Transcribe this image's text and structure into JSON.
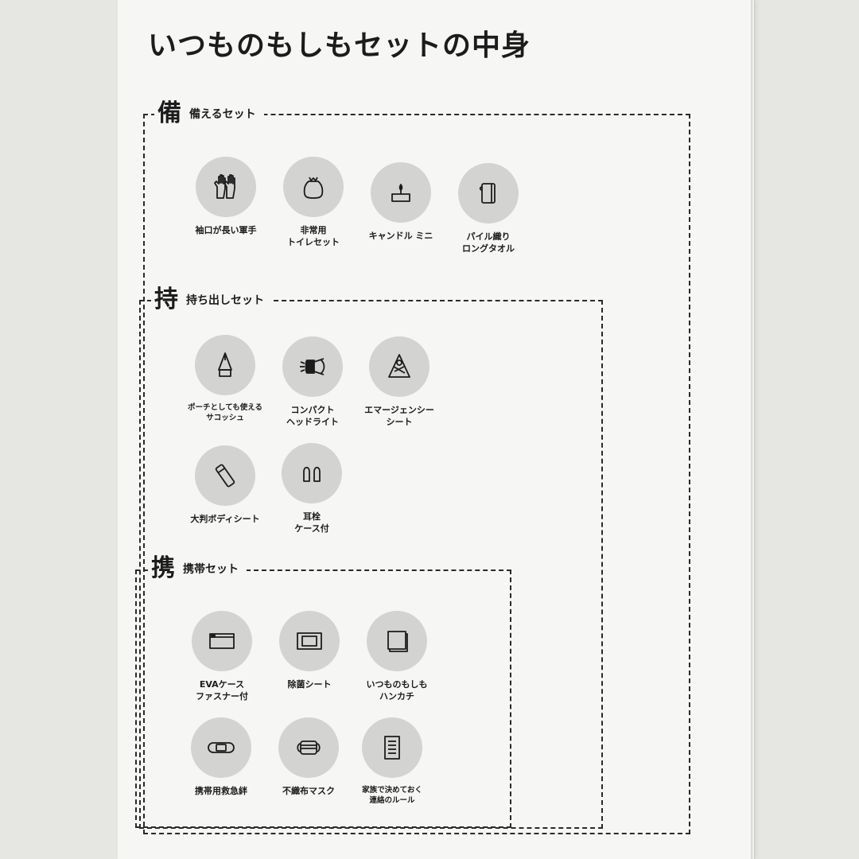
{
  "title": "いつものもしもセットの中身",
  "sections": [
    {
      "kanji": "備",
      "label": "備えるセット",
      "items": [
        {
          "label": "袖口が長い軍手",
          "icon": "gloves-icon"
        },
        {
          "label": "非常用\nトイレセット",
          "icon": "toilet-bag-icon"
        },
        {
          "label": "キャンドル ミニ",
          "icon": "candle-icon"
        },
        {
          "label": "パイル織り\nロングタオル",
          "icon": "towel-icon"
        }
      ]
    },
    {
      "kanji": "持",
      "label": "持ち出しセット",
      "items": [
        {
          "label": "ポーチとしても使える\nサコッシュ",
          "icon": "sacoche-icon"
        },
        {
          "label": "コンパクト\nヘッドライト",
          "icon": "headlight-icon"
        },
        {
          "label": "エマージェンシー\nシート",
          "icon": "emergency-sheet-icon"
        },
        {
          "label": "大判ボディシート",
          "icon": "body-sheet-icon"
        },
        {
          "label": "耳栓\nケース付",
          "icon": "earplugs-icon"
        }
      ]
    },
    {
      "kanji": "携",
      "label": "携帯セット",
      "items": [
        {
          "label": "EVAケース\nファスナー付",
          "icon": "zipper-case-icon"
        },
        {
          "label": "除菌シート",
          "icon": "wet-wipes-icon"
        },
        {
          "label": "いつものもしも\nハンカチ",
          "icon": "handkerchief-icon"
        },
        {
          "label": "携帯用救急絆",
          "icon": "bandage-icon"
        },
        {
          "label": "不織布マスク",
          "icon": "mask-icon"
        },
        {
          "label": "家族で決めておく\n連絡のルール",
          "icon": "rules-card-icon"
        }
      ]
    }
  ],
  "colors": {
    "circle": "#d3d3d1",
    "ink": "#1c1c1c",
    "paper": "#f6f6f4"
  }
}
